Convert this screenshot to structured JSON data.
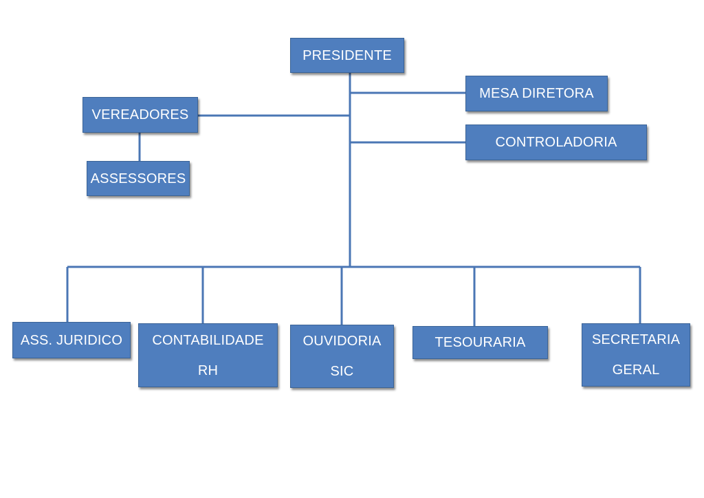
{
  "colors": {
    "box_fill": "#4F7EBE",
    "box_border": "#3A6396",
    "connector": "#4A76B4",
    "text": "#FFFFFF"
  },
  "nodes": {
    "presidente": "PRESIDENTE",
    "mesa_diretora": "MESA DIRETORA",
    "vereadores": "VEREADORES",
    "controladoria": "CONTROLADORIA",
    "assessores": "ASSESSORES",
    "ass_juridico": "ASS. JURIDICO",
    "contabilidade": {
      "line1": "CONTABILIDADE",
      "line2": "RH"
    },
    "ouvidoria": {
      "line1": "OUVIDORIA",
      "line2": "SIC"
    },
    "tesouraria": "TESOURARIA",
    "secretaria": {
      "line1": "SECRETARIA",
      "line2": "GERAL"
    }
  }
}
